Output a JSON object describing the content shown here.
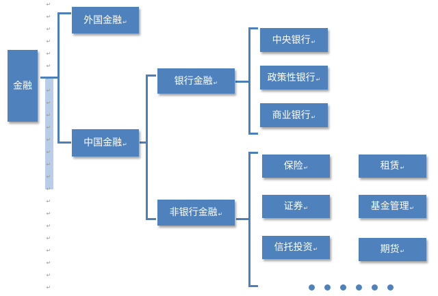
{
  "colors": {
    "box_fill": "#4f81bd",
    "box_text": "#ffffff",
    "connector": "#4a7fba",
    "selection_highlight": "#b9cde8"
  },
  "paragraph_mark": "↵",
  "paragraph_mark_count": 24,
  "ellipsis_dot_count": 6,
  "nodes": {
    "root": "金融",
    "foreign_finance": "外国金融",
    "china_finance": "中国金融",
    "bank_finance": "银行金融",
    "nonbank_finance": "非银行金融",
    "central_bank": "中央银行",
    "policy_bank": "政策性银行",
    "commercial_bank": "商业银行",
    "insurance": "保险",
    "securities": "证券",
    "trust_investment": "信托投资",
    "leasing": "租赁",
    "fund_management": "基金管理",
    "futures": "期货"
  }
}
